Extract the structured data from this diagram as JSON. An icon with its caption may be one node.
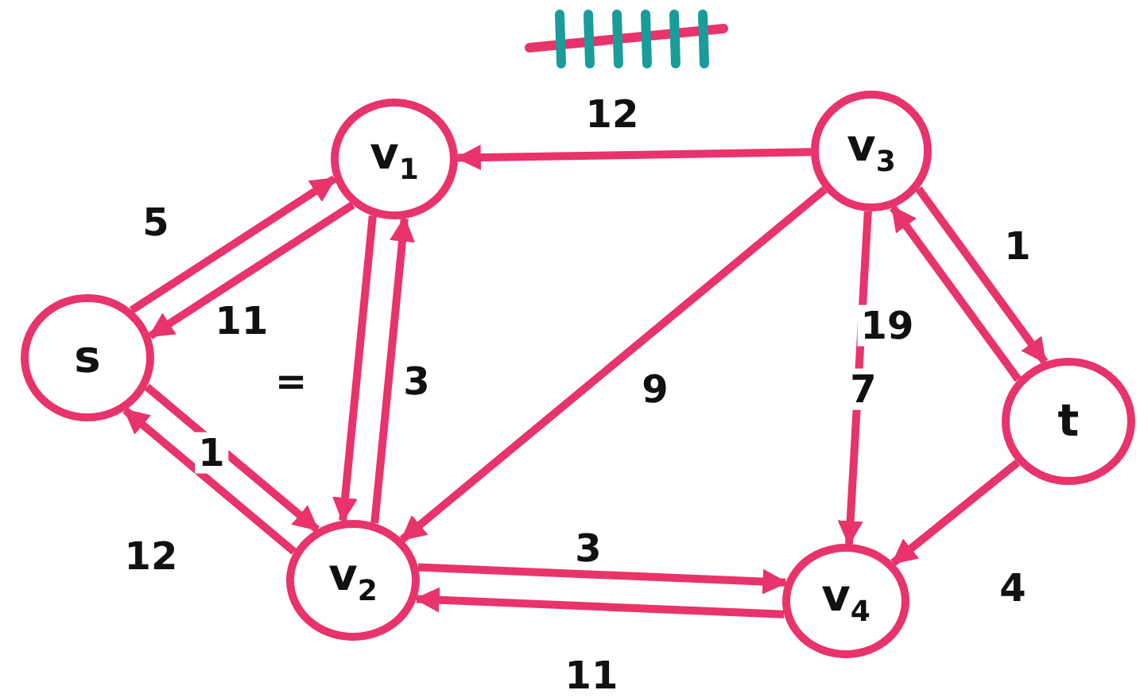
{
  "diagram": {
    "nodes": [
      {
        "text": [
          "s"
        ]
      },
      {
        "text": [
          "v$_{1}$"
        ]
      },
      {
        "text": [
          "v$_{2}$"
        ]
      },
      {
        "text": [
          "v$_{3}$"
        ]
      },
      {
        "text": [
          "v$_{4}$"
        ]
      },
      {
        "text": [
          "t"
        ]
      }
    ],
    "edges": [
      {
        "from": 0,
        "to": 1,
        "arrow": "to",
        "label": "5"
      },
      {
        "from": 1,
        "to": 0,
        "arrow": "to",
        "label": "11"
      },
      {
        "from": 1,
        "to": 2,
        "arrow": "to",
        "label": "="
      },
      {
        "from": 2,
        "to": 1,
        "arrow": "to",
        "label": "3"
      },
      {
        "from": 0,
        "to": 2,
        "arrow": "to",
        "label": "1"
      },
      {
        "from": 2,
        "to": 0,
        "arrow": "to",
        "label": "12"
      },
      {
        "from": 3,
        "to": 1,
        "arrow": "to",
        "label": "12"
      },
      {
        "from": 3,
        "to": 2,
        "arrow": "to",
        "label": "9"
      },
      {
        "from": 2,
        "to": 4,
        "arrow": "to",
        "label": "3"
      },
      {
        "from": 4,
        "to": 2,
        "arrow": "to",
        "label": "11"
      },
      {
        "from": 3,
        "to": 4,
        "arrow": "to",
        "label": "7"
      },
      {
        "from": 3,
        "to": 5,
        "arrow": "to",
        "label": "1"
      },
      {
        "from": 5,
        "to": 3,
        "arrow": "to",
        "label": "19"
      },
      {
        "from": 5,
        "to": 4,
        "arrow": "to",
        "label": "4"
      }
    ]
  }
}
